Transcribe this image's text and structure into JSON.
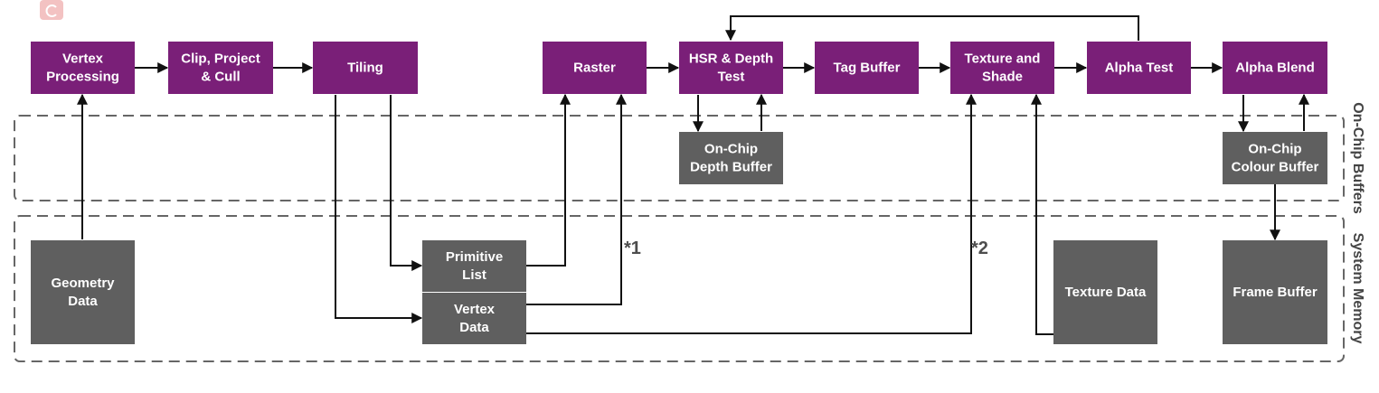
{
  "colors": {
    "stage": "#7a1f78",
    "memory": "#5f5f5f",
    "edge": "#111111",
    "region_border": "#666666",
    "logo": "#f3c2c2"
  },
  "icons": {
    "logo": "logo-icon"
  },
  "regions": {
    "on_chip": "On-Chip Buffers",
    "system_memory": "System Memory"
  },
  "stages": {
    "vertex_processing": [
      "Vertex",
      "Processing"
    ],
    "clip_project_cull": [
      "Clip, Project",
      "& Cull"
    ],
    "tiling": [
      "Tiling"
    ],
    "raster": [
      "Raster"
    ],
    "hsr_depth_test": [
      "HSR & Depth",
      "Test"
    ],
    "tag_buffer": [
      "Tag Buffer"
    ],
    "texture_and_shade": [
      "Texture and",
      "Shade"
    ],
    "alpha_test": [
      "Alpha Test"
    ],
    "alpha_blend": [
      "Alpha Blend"
    ]
  },
  "buffers": {
    "on_chip_depth_buffer": [
      "On-Chip",
      "Depth Buffer"
    ],
    "on_chip_colour_buffer": [
      "On-Chip",
      "Colour Buffer"
    ]
  },
  "memory": {
    "geometry_data": [
      "Geometry",
      "Data"
    ],
    "primitive_list": [
      "Primitive",
      "List"
    ],
    "vertex_data": [
      "Vertex",
      "Data"
    ],
    "texture_data": [
      "Texture Data"
    ],
    "frame_buffer": [
      "Frame Buffer"
    ]
  },
  "notes": {
    "note_1": "*1",
    "note_2": "*2"
  }
}
